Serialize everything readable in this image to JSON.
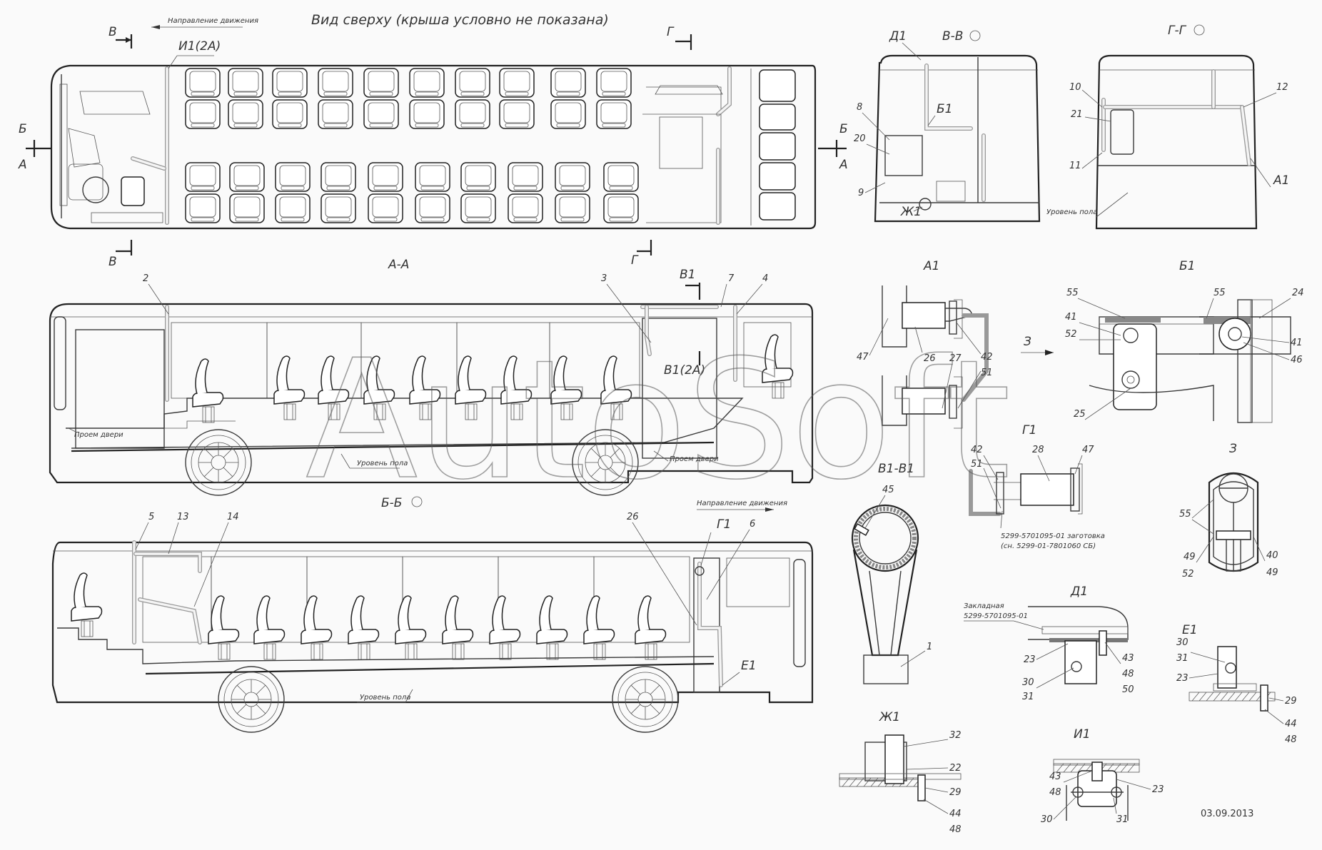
{
  "top_view": {
    "title": "Вид сверху (крыша условно не показана)",
    "direction_label": "Направление движения",
    "section_marks": [
      "В",
      "В",
      "Г",
      "Г",
      "Б",
      "Б",
      "А"
    ],
    "marks": {
      "v": "В",
      "g": "Г",
      "b": "Б",
      "a": "А"
    },
    "detail_ref": "И1(2А)"
  },
  "section_aa": {
    "title": "А-А",
    "door_label_front": "Проем двери",
    "door_label_rear": "Проем двери",
    "floor_label": "Уровень пола",
    "detail_ref": "В1(2А)",
    "marker_b1": "В1",
    "callouts": [
      "2",
      "3",
      "7",
      "4"
    ]
  },
  "section_bb": {
    "title": "Б-Б",
    "direction_label": "Направление движения",
    "floor_label": "Уровень пола",
    "callouts": [
      "5",
      "13",
      "14",
      "26",
      "6"
    ],
    "marker_g1": "Г1",
    "marker_e1": "Е1"
  },
  "section_vv": {
    "title": "В-В",
    "marker_d1": "Д1",
    "marker_b1": "Б1",
    "marker_zh1": "Ж1",
    "callouts": [
      "8",
      "20",
      "9"
    ]
  },
  "section_gg": {
    "title": "Г-Г",
    "floor_label": "Уровень пола",
    "marker_a1": "А1",
    "callouts": [
      "10",
      "21",
      "11",
      "12"
    ]
  },
  "detail_a1": {
    "title": "А1",
    "callouts": [
      "47",
      "26",
      "27",
      "42",
      "51"
    ]
  },
  "detail_b1": {
    "title": "Б1",
    "callouts": [
      "55",
      "41",
      "52",
      "25",
      "55",
      "24",
      "41",
      "46"
    ],
    "arrow_label": "З"
  },
  "detail_g1": {
    "title": "Г1",
    "callouts": [
      "28",
      "47",
      "42",
      "51"
    ],
    "note_line1": "5299-5701095-01 заготовка",
    "note_line2": "(сн. 5299-01-7801060 СБ)"
  },
  "detail_v1v1": {
    "title": "В1-В1",
    "callouts": [
      "45",
      "1"
    ]
  },
  "detail_z": {
    "title": "З",
    "callouts": [
      "55",
      "49",
      "52",
      "40",
      "49"
    ]
  },
  "detail_d1": {
    "title": "Д1",
    "note_line1": "Закладная",
    "note_line2": "5299-5701095-01",
    "callouts": [
      "23",
      "30",
      "31",
      "43",
      "48",
      "50"
    ]
  },
  "detail_e1": {
    "title": "Е1",
    "callouts": [
      "30",
      "31",
      "23",
      "29",
      "44",
      "48"
    ]
  },
  "detail_zh1": {
    "title": "Ж1",
    "callouts": [
      "32",
      "22",
      "29",
      "44",
      "48"
    ]
  },
  "detail_i1": {
    "title": "И1",
    "callouts": [
      "43",
      "48",
      "23",
      "30",
      "31"
    ]
  },
  "date": "03.09.2013",
  "watermark": "AutoSoft"
}
